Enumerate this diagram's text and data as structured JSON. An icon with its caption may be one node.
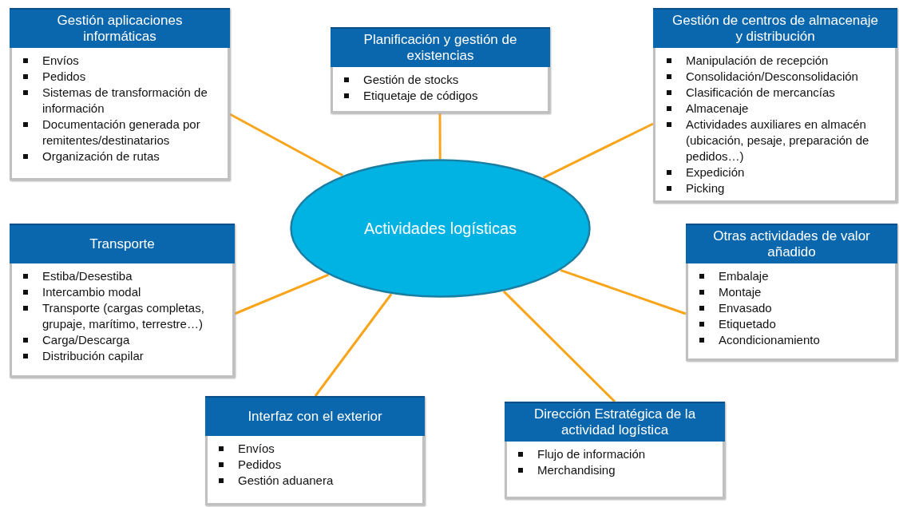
{
  "diagram": {
    "nodes": [
      {
        "text": [
          "Gestión aplicaciones informáticas",
          "Envíos",
          "Pedidos",
          "Sistemas de transformación de información",
          "Documentación generada por remitentes/destinatarios",
          "Organización de rutas"
        ]
      },
      {
        "text": [
          "Planificación y gestión de existencias",
          "Gestión de stocks",
          "Etiquetaje de códigos"
        ]
      },
      {
        "text": [
          "Gestión de centros de almacenaje y distribución",
          "Manipulación de recepción",
          "Consolidación/Desconsolidación",
          "Clasificación de mercancías",
          "Almacenaje",
          "Actividades auxiliares en almacén (ubicación, pesaje, preparación de pedidos…)",
          "Expedición",
          "Picking"
        ]
      },
      {
        "text": [
          "Actividades logísticas"
        ]
      },
      {
        "text": [
          "Transporte",
          "Estiba/Desestiba",
          "Intercambio modal",
          "Transporte (cargas completas, grupaje, marítimo, terrestre…)",
          "Carga/Descarga",
          "Distribución capilar"
        ]
      },
      {
        "text": [
          "Otras actividades de valor añadido",
          "Embalaje",
          "Montaje",
          "Envasado",
          "Etiquetado",
          "Acondicionamiento"
        ]
      },
      {
        "text": [
          "Interfaz  con el exterior",
          "Envíos",
          "Pedidos",
          "Gestión aduanera"
        ]
      },
      {
        "text": [
          "Dirección Estratégica de la actividad logística",
          "Flujo de información",
          "Merchandising"
        ]
      }
    ],
    "edges": [
      {
        "from": 3,
        "to": 0,
        "arrow": "none"
      },
      {
        "from": 3,
        "to": 1,
        "arrow": "none"
      },
      {
        "from": 3,
        "to": 2,
        "arrow": "none"
      },
      {
        "from": 3,
        "to": 4,
        "arrow": "none"
      },
      {
        "from": 3,
        "to": 5,
        "arrow": "none"
      },
      {
        "from": 3,
        "to": 6,
        "arrow": "none"
      },
      {
        "from": 3,
        "to": 7,
        "arrow": "none"
      }
    ]
  }
}
